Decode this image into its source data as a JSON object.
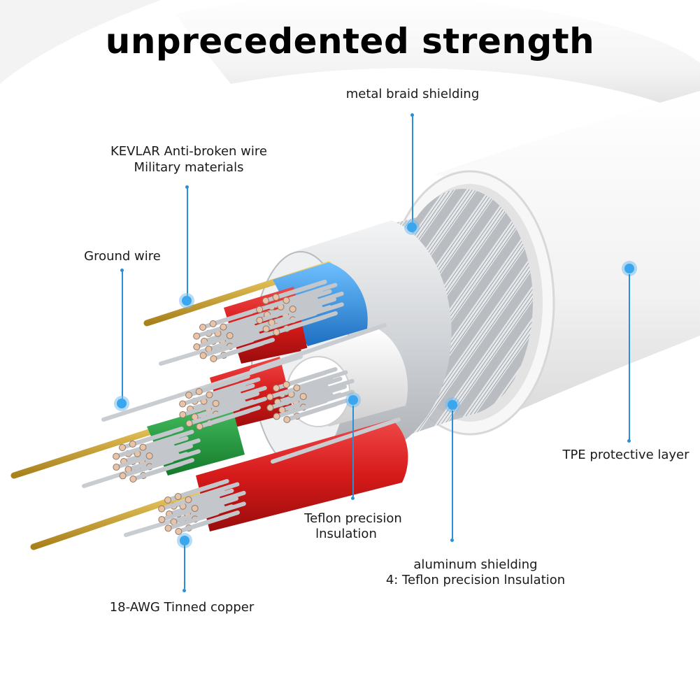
{
  "title": "unprecedented strength",
  "colors": {
    "leader": "#2a8fd6",
    "dot": "#3aa6ee",
    "red_insulation": "#d61a1a",
    "blue_insulation": "#2f8fe0",
    "green_insulation": "#1f9a3a",
    "gold_kevlar": "#d4a72c",
    "tpe_jacket": "#f4f4f4",
    "aluminum": "#cfd2d6"
  },
  "labels": {
    "metal_braid": "metal braid shielding",
    "kevlar_line1": "KEVLAR  Anti-broken wire",
    "kevlar_line2": "Military materials",
    "ground_wire": "Ground wire",
    "tpe_layer": "TPE protective layer",
    "teflon_line1": "Teflon precision",
    "teflon_line2": "lnsulation",
    "aluminum_line1": "aluminum shielding",
    "aluminum_line2": "4: Teflon precision lnsulation",
    "tinned_copper": "18-AWG Tinned copper"
  }
}
